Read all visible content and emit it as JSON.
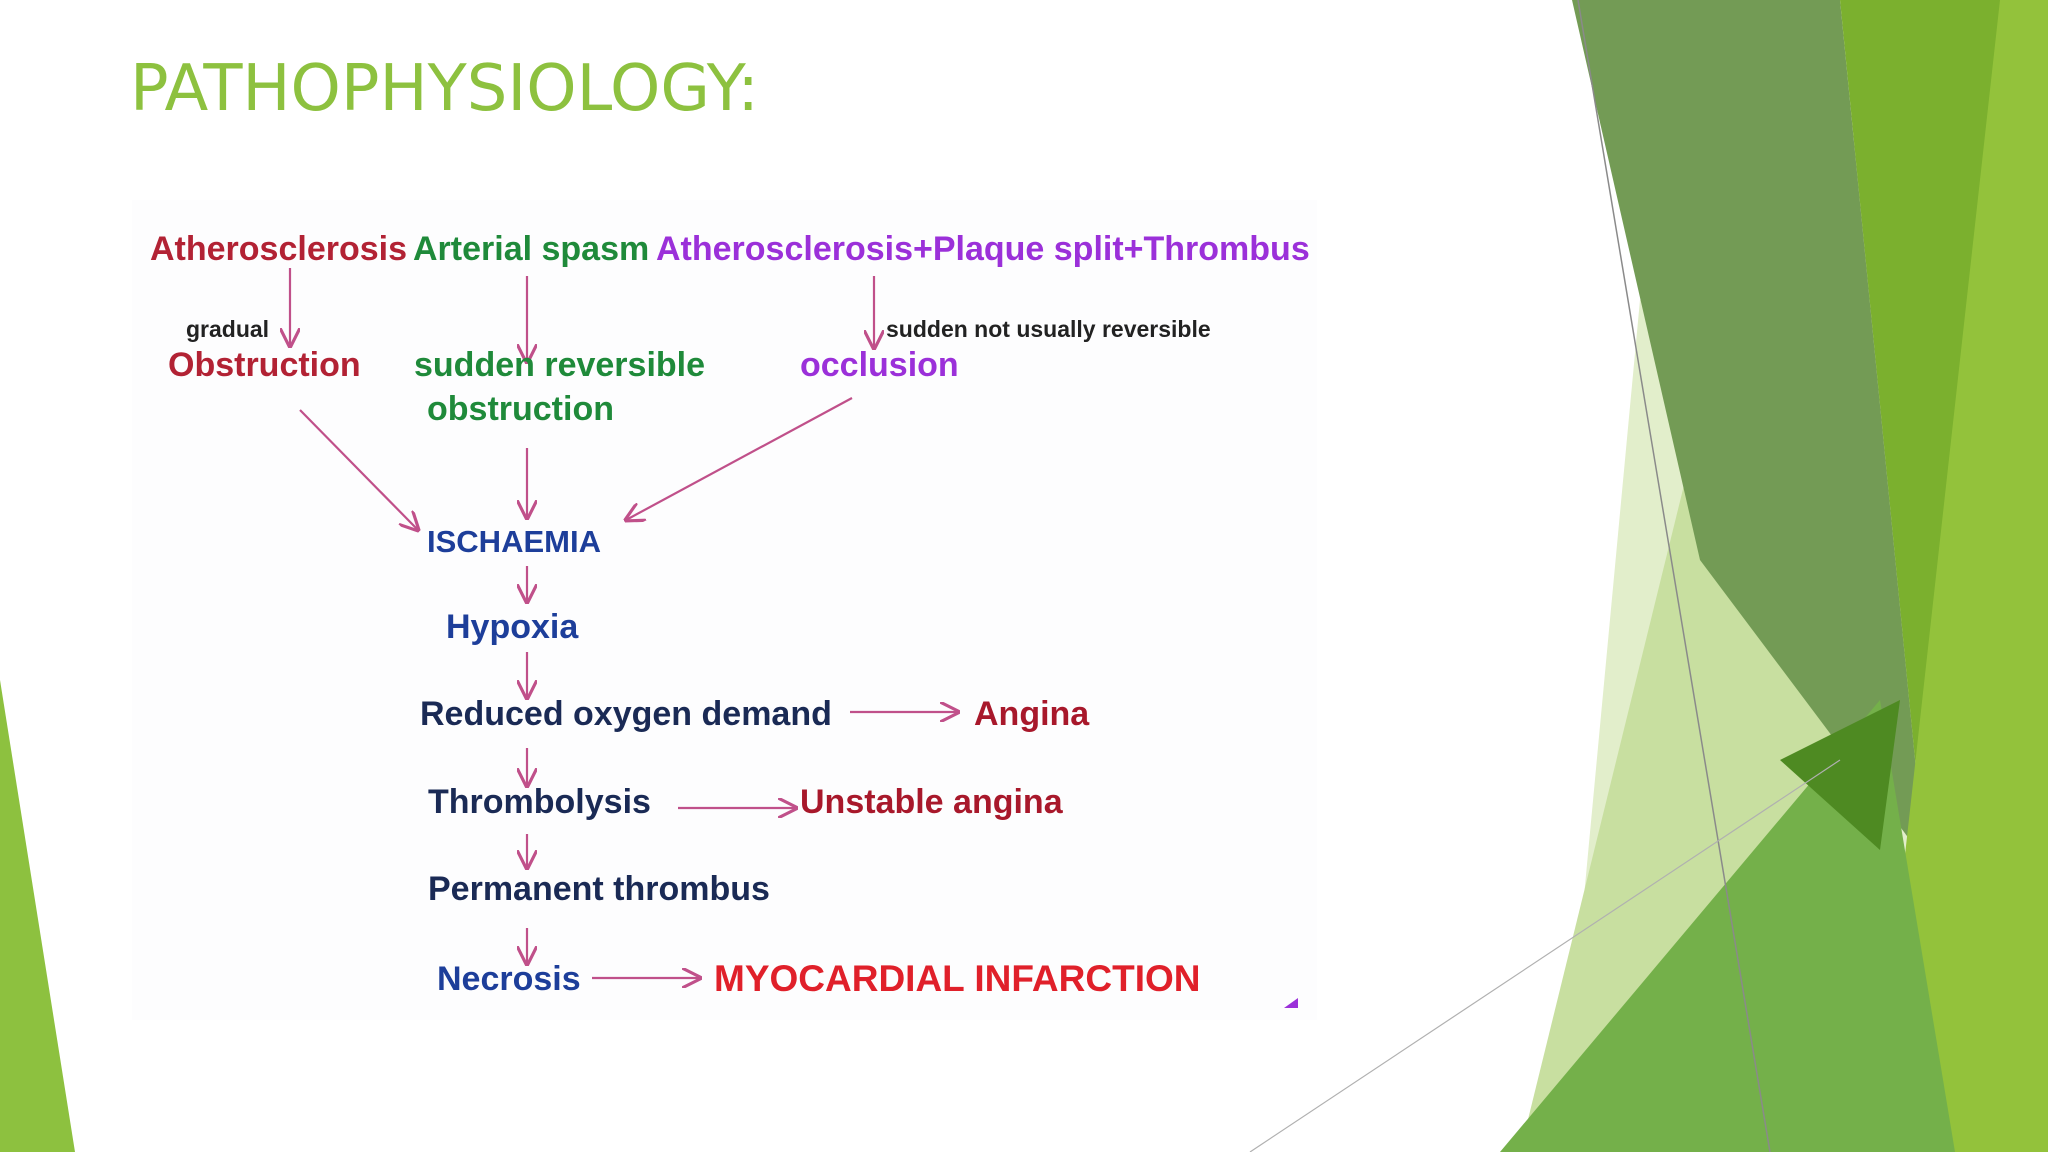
{
  "slide": {
    "title": "PATHOPHYSIOLOGY:"
  },
  "diagram": {
    "causes": {
      "atherosclerosis": "Atherosclerosis",
      "arterial_spasm": "Arterial spasm",
      "plaque_thrombus": "Atherosclerosis+Plaque split+Thrombus"
    },
    "edge_labels": {
      "gradual": "gradual",
      "sudden_not_reversible": "sudden not usually reversible"
    },
    "intermediate": {
      "obstruction": "Obstruction",
      "sudden_reversible_line1": "sudden reversible",
      "sudden_reversible_line2": "obstruction",
      "occlusion": "occlusion"
    },
    "chain": {
      "ischaemia": "ISCHAEMIA",
      "hypoxia": "Hypoxia",
      "reduced_oxygen": "Reduced oxygen demand",
      "thrombolysis": "Thrombolysis",
      "permanent_thrombus": "Permanent thrombus",
      "necrosis": "Necrosis"
    },
    "outcomes": {
      "angina": "Angina",
      "unstable_angina": "Unstable angina",
      "myocardial_infarction": "MYOCARDIAL INFARCTION"
    }
  },
  "colors": {
    "title_green": "#8dc13f",
    "cause_red": "#b22234",
    "spasm_green": "#1f8a3a",
    "plaque_purple": "#9b30d9",
    "chain_blue": "#1d3e9a",
    "chain_navy": "#1a2a55",
    "outcome_red": "#a8182b",
    "infarction_red": "#e0202a",
    "arrow_pink": "#c0508a"
  }
}
